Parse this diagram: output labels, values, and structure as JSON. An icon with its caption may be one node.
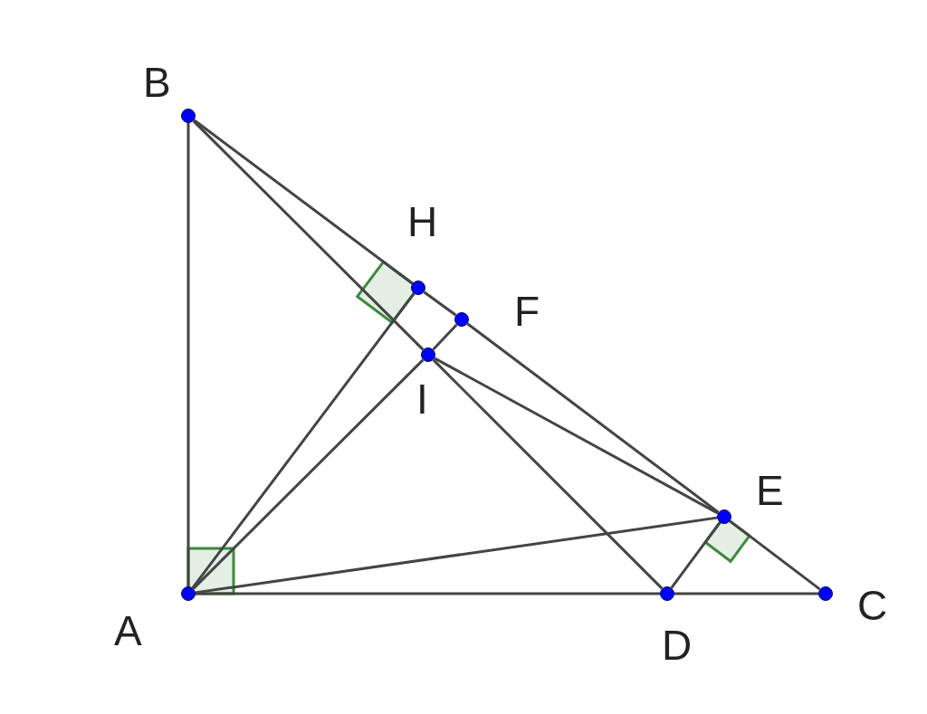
{
  "diagram": {
    "nodes": [
      {
        "text": [
          "B"
        ]
      },
      {
        "text": [
          "H"
        ]
      },
      {
        "text": [
          "F"
        ]
      },
      {
        "text": [
          "I"
        ]
      },
      {
        "text": [
          "E"
        ]
      },
      {
        "text": [
          "A"
        ]
      },
      {
        "text": [
          "D"
        ]
      },
      {
        "text": [
          "C"
        ]
      }
    ],
    "edges": [
      {
        "from": 5,
        "to": 0,
        "arrow": "none"
      },
      {
        "from": 0,
        "to": 1,
        "arrow": "none"
      },
      {
        "from": 1,
        "to": 2,
        "arrow": "none"
      },
      {
        "from": 2,
        "to": 4,
        "arrow": "none"
      },
      {
        "from": 4,
        "to": 7,
        "arrow": "none"
      },
      {
        "from": 5,
        "to": 6,
        "arrow": "none"
      },
      {
        "from": 6,
        "to": 7,
        "arrow": "none"
      },
      {
        "from": 5,
        "to": 1,
        "arrow": "none"
      },
      {
        "from": 5,
        "to": 3,
        "arrow": "none"
      },
      {
        "from": 5,
        "to": 4,
        "arrow": "none"
      },
      {
        "from": 0,
        "to": 3,
        "arrow": "none"
      },
      {
        "from": 3,
        "to": 6,
        "arrow": "none"
      },
      {
        "from": 3,
        "to": 2,
        "arrow": "none"
      },
      {
        "from": 3,
        "to": 4,
        "arrow": "none"
      },
      {
        "from": 6,
        "to": 4,
        "arrow": "none"
      }
    ]
  }
}
